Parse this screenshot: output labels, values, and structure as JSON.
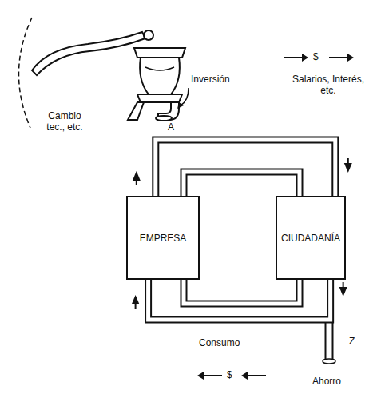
{
  "diagram": {
    "nodes": [
      {
        "text": [
          "EMPRESA"
        ]
      },
      {
        "text": [
          "CIUDADANÍA"
        ]
      }
    ],
    "edges": [
      {
        "from": 0,
        "to": 1,
        "arrow": "to",
        "label": "Salarios, Interés, etc."
      },
      {
        "from": 1,
        "to": 0,
        "arrow": "to",
        "label": "Consumo"
      }
    ],
    "labels": [
      "Inversión",
      "A",
      "Cambio tec., etc.",
      "$",
      "$",
      "Z",
      "Ahorro"
    ]
  }
}
